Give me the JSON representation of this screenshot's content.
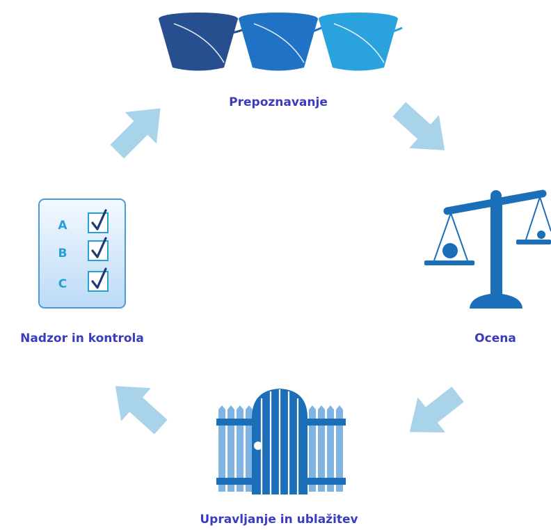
{
  "stages": {
    "identification": {
      "label": "Prepoznavanje",
      "icon": "buckets-icon"
    },
    "assessment": {
      "label": "Ocena",
      "icon": "scales-icon"
    },
    "management": {
      "label": "Upravljanje in ublažitev",
      "icon": "gate-icon"
    },
    "monitoring": {
      "label": "Nadzor in kontrola",
      "icon": "checklist-icon"
    }
  },
  "checklist": {
    "items": [
      {
        "letter": "A",
        "checked": true
      },
      {
        "letter": "B",
        "checked": true
      },
      {
        "letter": "C",
        "checked": true
      }
    ]
  },
  "colors": {
    "label_text": "#3b3bbf",
    "arrow": "#a9d3e8",
    "bucket_dark": "#274e8f",
    "bucket_mid": "#1f72c4",
    "bucket_light": "#2aa2dd",
    "icon_blue": "#1b6fb8",
    "gate_light": "#7fb4e2",
    "checklist_letters": "#27a0d6"
  }
}
